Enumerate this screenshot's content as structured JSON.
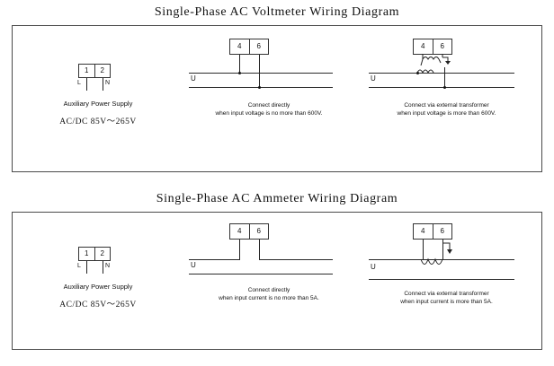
{
  "sections": [
    {
      "id": "voltmeter",
      "title": "Single-Phase AC Voltmeter Wiring Diagram",
      "aux": {
        "terminals": [
          "1",
          "2"
        ],
        "pin_labels": [
          "L",
          "N"
        ],
        "name": "Auxiliary Power Supply",
        "range": "AC/DC  85V～265V"
      },
      "direct": {
        "terminals": [
          "4",
          "6"
        ],
        "bus_label": "U",
        "caption_line1": "Connect directly",
        "caption_line2": "when input voltage is no more than 600V."
      },
      "transformer": {
        "terminals": [
          "4",
          "6"
        ],
        "bus_label": "U",
        "caption_line1": "Connect via external transformer",
        "caption_line2": "when input voltage is more than 600V."
      }
    },
    {
      "id": "ammeter",
      "title": "Single-Phase AC Ammeter Wiring Diagram",
      "aux": {
        "terminals": [
          "1",
          "2"
        ],
        "pin_labels": [
          "L",
          "N"
        ],
        "name": "Auxiliary Power Supply",
        "range": "AC/DC  85V～265V"
      },
      "direct": {
        "terminals": [
          "4",
          "6"
        ],
        "bus_label": "U",
        "caption_line1": "Connect directly",
        "caption_line2": "when input current is no more than 5A."
      },
      "transformer": {
        "terminals": [
          "4",
          "6"
        ],
        "bus_label": "U",
        "caption_line1": "Connect via external transformer",
        "caption_line2": "when input current is more than 5A."
      }
    }
  ],
  "colors": {
    "ink": "#111111",
    "wire": "#222222",
    "border": "#4a4a4a",
    "background": "#ffffff"
  }
}
